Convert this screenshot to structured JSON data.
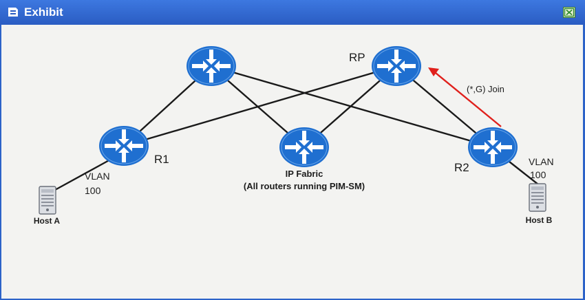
{
  "window": {
    "title": "Exhibit"
  },
  "diagram": {
    "routers": [
      {
        "id": "top-left",
        "label": ""
      },
      {
        "id": "rp",
        "label": "RP"
      },
      {
        "id": "r1",
        "label": "R1"
      },
      {
        "id": "fabric",
        "label": ""
      },
      {
        "id": "r2",
        "label": "R2"
      }
    ],
    "fabric_label_line1": "IP Fabric",
    "fabric_label_line2": "(All routers running PIM-SM)",
    "join_label": "(*,G) Join",
    "vlan_left_line1": "VLAN",
    "vlan_left_line2": "100",
    "vlan_right_line1": "VLAN",
    "vlan_right_line2": "100",
    "host_a": "Host A",
    "host_b": "Host B",
    "colors": {
      "router_fill": "#1f6fd0",
      "join_arrow": "#e0201c",
      "link": "#1a1a1a"
    }
  }
}
